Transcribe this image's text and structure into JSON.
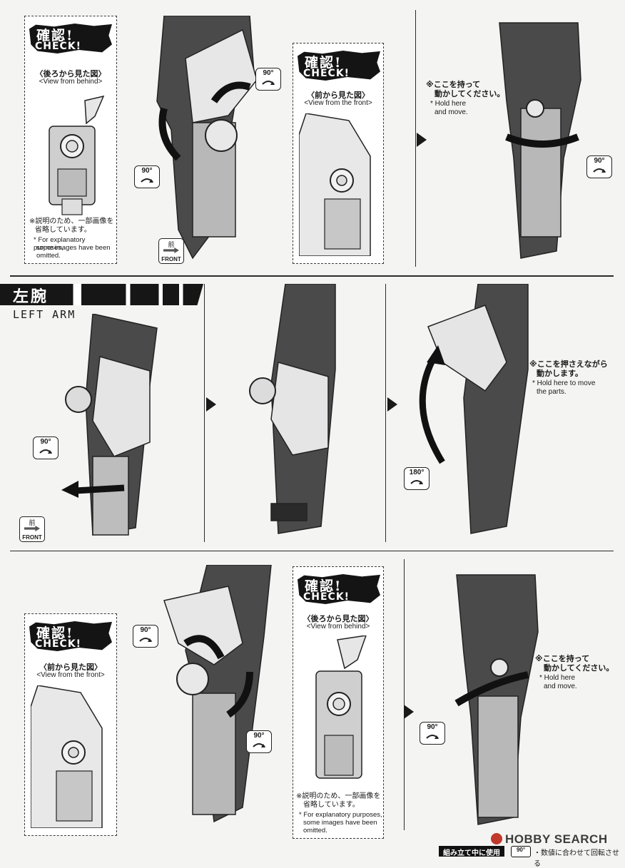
{
  "check": {
    "jp": "確認!",
    "en": "CHECK!"
  },
  "views": {
    "behind_jp": "〈後ろから見た図〉",
    "behind_en": "<View from behind>",
    "front_jp": "〈前から見た図〉",
    "front_en": "<View from the front>"
  },
  "note": {
    "jp_line1": "※説明のため、一部画像を",
    "jp_line2": "省略しています。",
    "en_line1": "* For explanatory purposes,",
    "en_line2": "some images have been",
    "en_line3": "omitted."
  },
  "hold_move": {
    "jp_line1": "※ここを持って",
    "jp_line2": "動かしてください。",
    "en_line1": "* Hold here",
    "en_line2": "and move."
  },
  "hold_move_inline": {
    "jp": "※ここを持って動かしてください。"
  },
  "press_move": {
    "jp_line1": "※ここを押さえながら",
    "jp_line2": "動かします。",
    "en_line1": "* Hold here to move",
    "en_line2": "the parts."
  },
  "rotation": {
    "r90": "90°",
    "r180": "180°"
  },
  "front_badge": {
    "jp": "前",
    "en": "FRONT"
  },
  "section": {
    "jp": "左腕",
    "en": "LEFT ARM"
  },
  "footer": {
    "left": "組み立て中に使用",
    "badge": "90°",
    "right": "・数値に合わせて回転させる"
  },
  "watermark": "HOBBY SEARCH",
  "colors": {
    "ink": "#1a1a1a",
    "paper": "#f4f4f2",
    "part_gray": "#bdbdbd",
    "part_dark": "#3a3a3a"
  }
}
